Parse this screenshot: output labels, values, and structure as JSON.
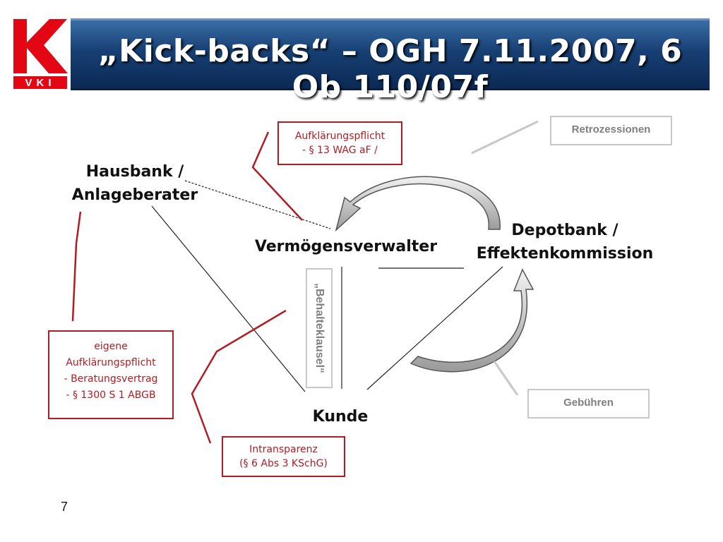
{
  "header": {
    "title": "„Kick-backs“ – OGH 7.11.2007, 6 Ob 110/07f",
    "logo_text": "VKI",
    "accent_red": "#b01c22",
    "title_bar_blue": "#173f73"
  },
  "nodes": {
    "hausbank": [
      "Hausbank /",
      "Anlageberater"
    ],
    "vermoegensverwalter": "Vermögensverwalter",
    "depotbank": [
      "Depotbank /",
      "Effektenkommission"
    ],
    "kunde": "Kunde"
  },
  "callouts": {
    "aufklaerungspflicht": [
      "Aufklärungspflicht",
      "- § 13 WAG aF /"
    ],
    "eigene_aufklaerungspflicht": [
      "eigene",
      "Aufklärungspflicht",
      "- Beratungsvertrag",
      "- § 1300 S 1 ABGB"
    ],
    "intransparenz": [
      "Intransparenz",
      "(§ 6 Abs 3 KSchG)"
    ],
    "retrozessionen": "Retrozessionen",
    "gebuehren": "Gebühren",
    "behalteklausel": "„Behalteklausel“"
  },
  "footer": {
    "page_number": "7"
  }
}
